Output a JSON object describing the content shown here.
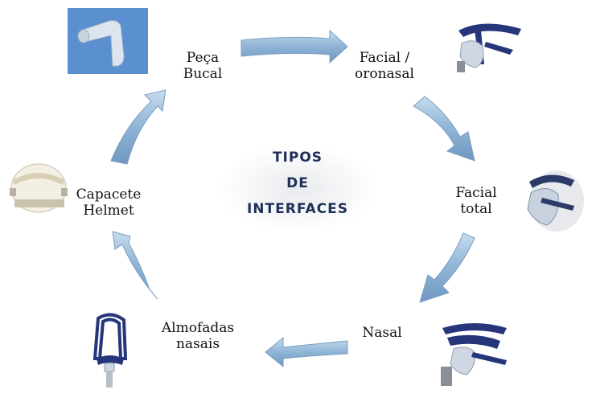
{
  "center_title": [
    "TIPOS",
    "DE",
    "INTERFACES"
  ],
  "nodes": {
    "peca_bucal": [
      "Peça",
      "Bucal"
    ],
    "facial_oronasal": [
      "Facial /",
      "oronasal"
    ],
    "facial_total": [
      "Facial",
      "total"
    ],
    "nasal": [
      "Nasal"
    ],
    "almofadas_nasais": [
      "Almofadas",
      "nasais"
    ],
    "capacete_helmet": [
      "Capacete",
      "Helmet"
    ]
  },
  "colors": {
    "arrow": "#8fb4d6",
    "arrow_dark": "#5e88b3",
    "title": "#1f2f5a",
    "mask_blue": "#27357a"
  }
}
